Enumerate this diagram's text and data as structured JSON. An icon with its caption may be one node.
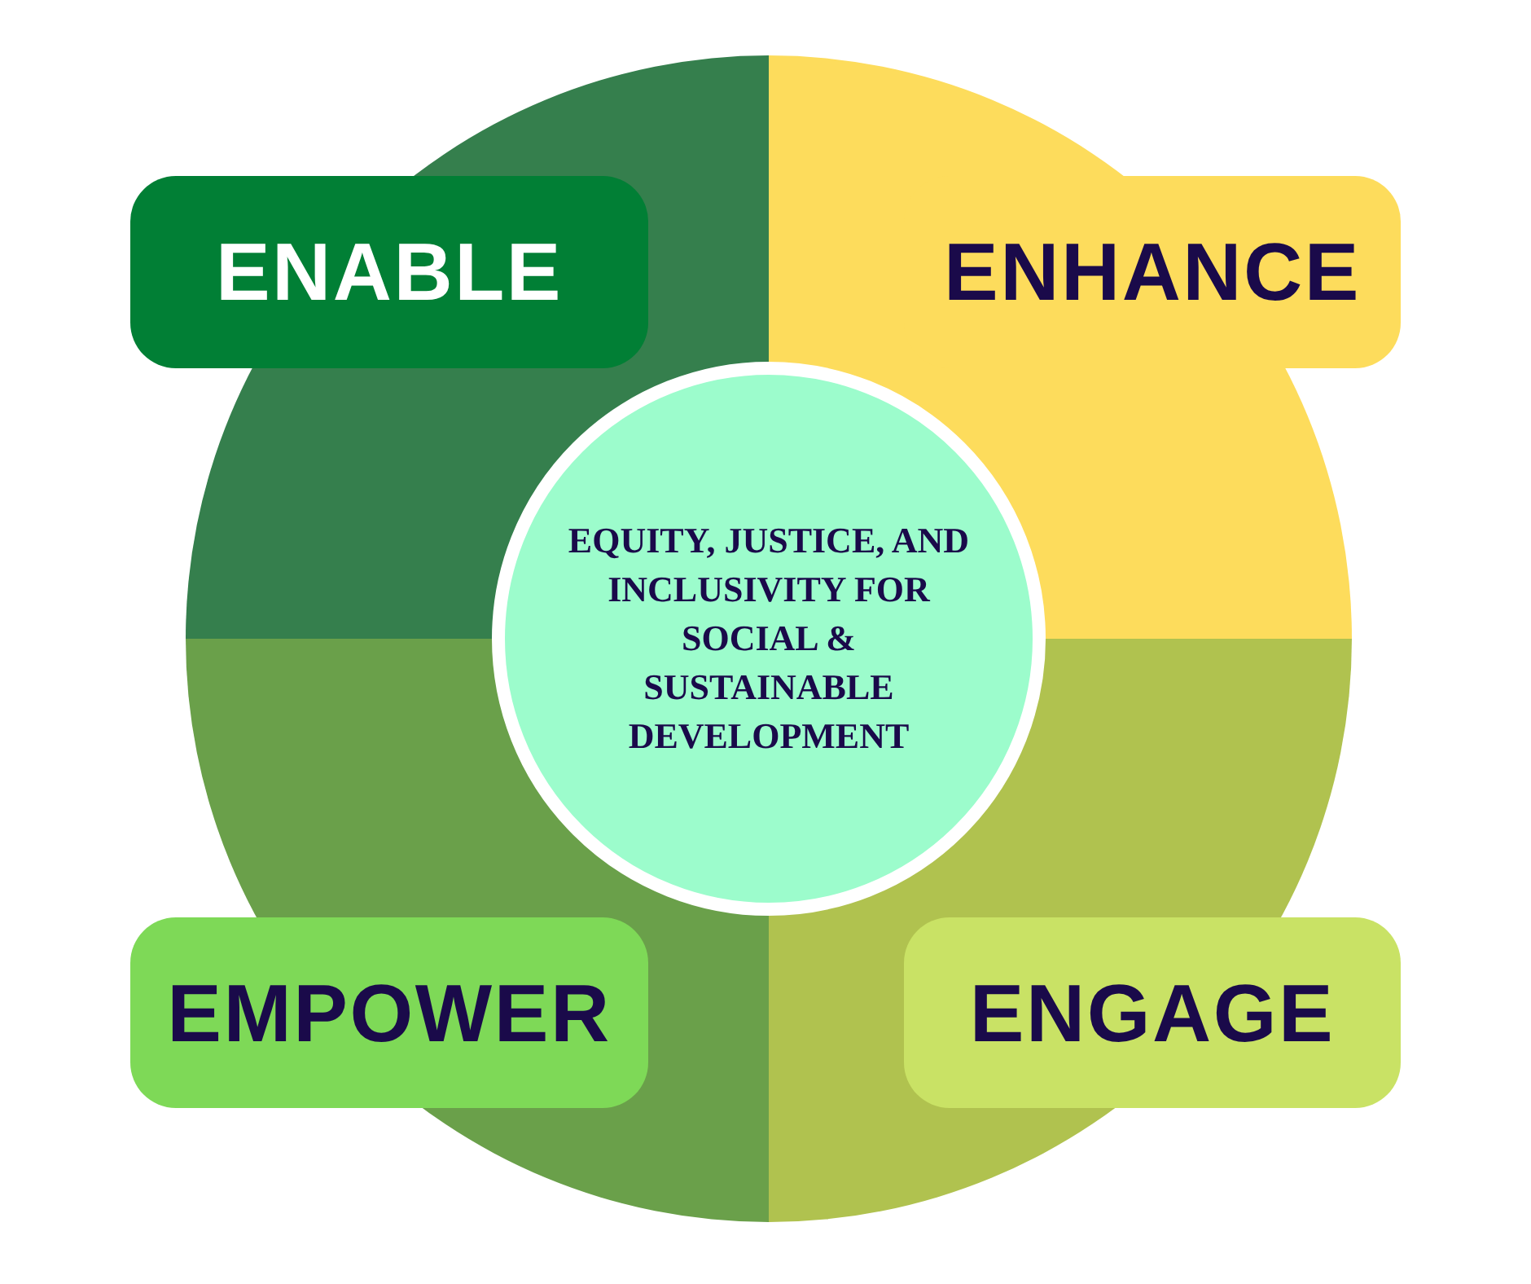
{
  "diagram": {
    "nodes": [
      {
        "text": [
          "ENABLE"
        ]
      },
      {
        "text": [
          "ENHANCE"
        ]
      },
      {
        "text": [
          "EQUITY, JUSTICE, AND INCLUSIVITY FOR SOCIAL & SUSTAINABLE DEVELOPMENT"
        ]
      },
      {
        "text": [
          "EMPOWER"
        ]
      },
      {
        "text": [
          "ENGAGE"
        ]
      }
    ]
  }
}
